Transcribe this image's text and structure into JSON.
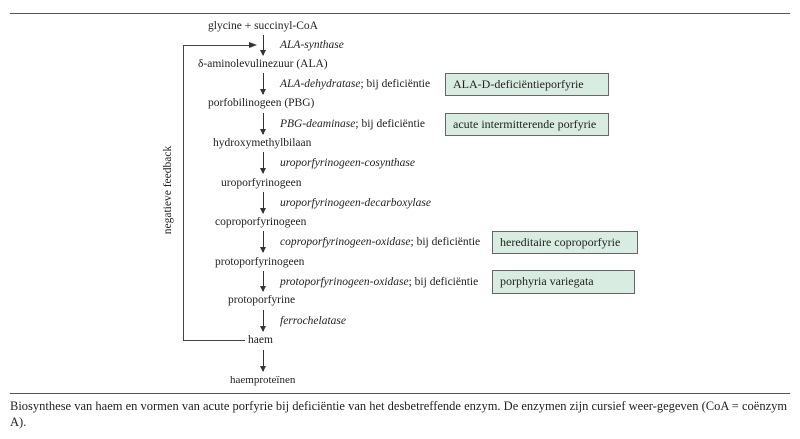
{
  "diagram": {
    "compounds": [
      "glycine + succinyl-CoA",
      "δ-aminolevulinezuur (ALA)",
      "porfobilinogeen (PBG)",
      "hydroxymethylbilaan",
      "uroporfyrinogeen",
      "coproporfyrinogeen",
      "protoporfyrinogeen",
      "protoporfyrine",
      "haem",
      "haemproteïnen"
    ],
    "enzymes": [
      "ALA-synthase",
      "ALA-dehydratase",
      "PBG-deaminase",
      "uroporfyrinogeen-cosynthase",
      "uroporfyrinogeen-decarboxylase",
      "coproporfyrinogeen-oxidase",
      "protoporfyrinogeen-oxidase",
      "ferrochelatase"
    ],
    "deficiency_suffix": "; bij deficiëntie",
    "diseases": [
      "ALA-D-deficiëntieporfyrie",
      "acute intermitterende porfyrie",
      "hereditaire coproporfyrie",
      "porphyria variegata"
    ],
    "feedback_label": "negatieve feedback",
    "box_color": "#d9ece2"
  },
  "caption": "Biosynthese van haem en vormen van acute porfyrie bij deficiëntie van het desbetreffende enzym. De enzymen zijn cursief weer-gegeven (CoA = coënzym A)."
}
